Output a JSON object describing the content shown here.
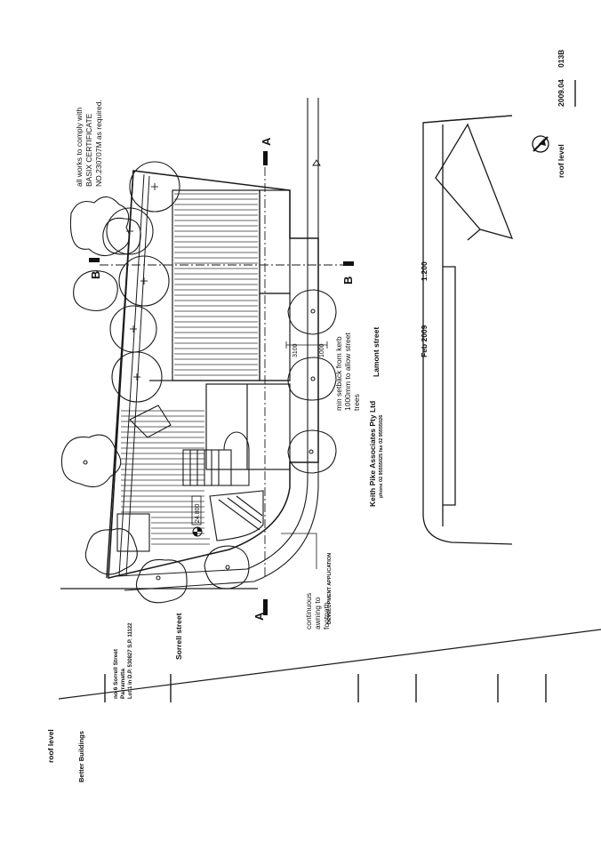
{
  "drawing": {
    "note_basix": [
      "all works to comply with",
      "BASIX CERTIFICATE",
      "NO.230707M as required."
    ],
    "section_a_top": "A",
    "section_a_bottom": "A",
    "section_b_left": "B",
    "section_b_right": "B",
    "setback_note": [
      "min setback from kerb",
      "1000mm to allow street",
      "trees"
    ],
    "dim_3100": "3100",
    "dim_1000": "1000",
    "street_lamont": "Lamont street",
    "street_sorrell": "Sorrell street",
    "awning_note": [
      "continuous",
      "awning to",
      "footpath"
    ],
    "rl_tag": "24.800",
    "north_symbol": "north-arrow-icon"
  },
  "title_block": {
    "drawing_title": "roof level",
    "company": "Better Buildings",
    "address": [
      "no 6 Sorrell Street",
      "Parramatta",
      "Lot 1 in D.P. 530827 S.P. 11122"
    ],
    "application": "DEVELOPMENT APPLICATION",
    "architect": "Keith Pike Associates Pty Ltd",
    "contact": "phone 02 95555025 fax 02 95555026",
    "date": "Feb 2009",
    "scale": "1:200",
    "sheet_title": "roof level",
    "job_no": "2009.04",
    "drawing_no": "013B"
  }
}
